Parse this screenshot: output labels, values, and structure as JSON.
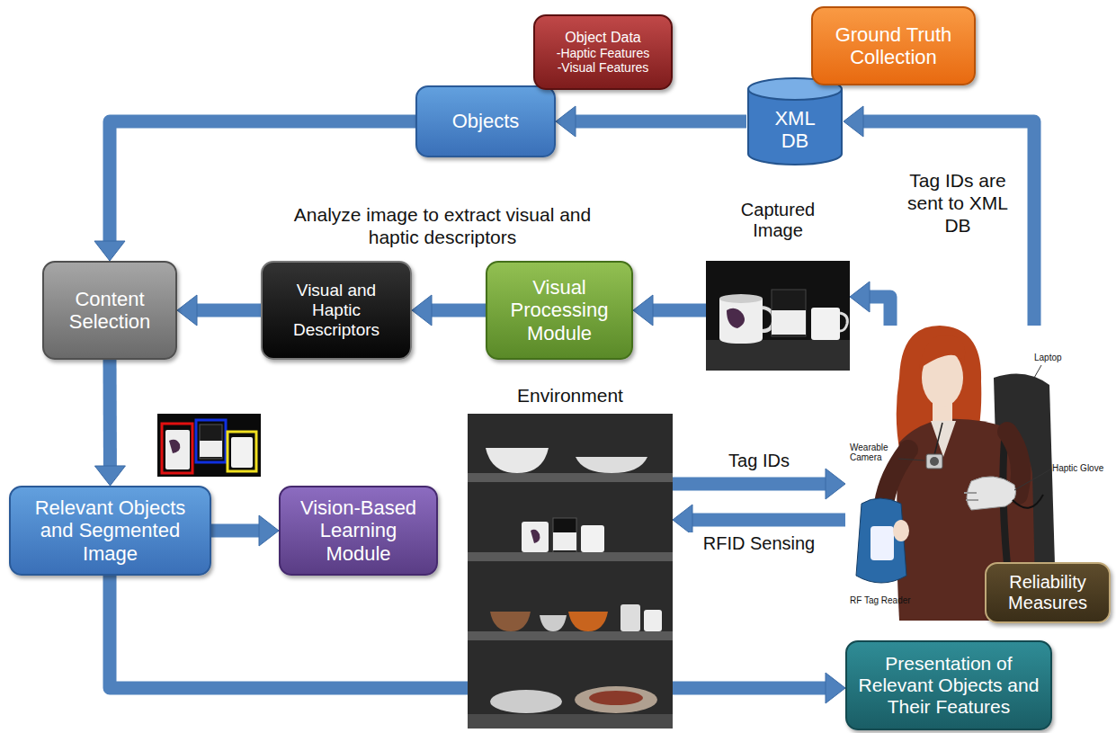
{
  "diagram": {
    "nodes": [
      {
        "text": [
          "Object Data",
          "-Haptic Features",
          "-Visual Features"
        ]
      },
      {
        "text": [
          "Ground Truth Collection"
        ]
      },
      {
        "text": [
          "Objects"
        ]
      },
      {
        "text": [
          "XML DB"
        ]
      },
      {
        "text": [
          "Content Selection"
        ]
      },
      {
        "text": [
          "Visual and Haptic Descriptors"
        ]
      },
      {
        "text": [
          "Visual Processing Module"
        ]
      },
      {
        "text": [
          "Captured Image"
        ]
      },
      {
        "text": [
          "Relevant Objects and Segmented Image"
        ]
      },
      {
        "text": [
          "Vision-Based Learning Module"
        ]
      },
      {
        "text": [
          "Environment"
        ]
      },
      {
        "text": [
          "Laptop",
          "Wearable Camera",
          "Haptic Glove",
          "RF Tag Reader"
        ]
      },
      {
        "text": [
          "Reliability Measures"
        ]
      },
      {
        "text": [
          "Presentation of Relevant Objects and Their Features"
        ]
      }
    ],
    "edges": [
      {
        "from": 3,
        "to": 2,
        "arrow": "to"
      },
      {
        "from": 2,
        "to": 4,
        "arrow": "to"
      },
      {
        "from": 6,
        "to": 5,
        "arrow": "to"
      },
      {
        "from": 5,
        "to": 4,
        "arrow": "to"
      },
      {
        "from": 7,
        "to": 6,
        "arrow": "to"
      },
      {
        "from": 11,
        "to": 7,
        "arrow": "to"
      },
      {
        "from": 11,
        "to": 3,
        "label": "Tag IDs are sent to XML DB",
        "arrow": "to"
      },
      {
        "from": 10,
        "to": 11,
        "label": "Tag IDs",
        "arrow": "to"
      },
      {
        "from": 11,
        "to": 10,
        "label": "RFID Sensing",
        "arrow": "to"
      },
      {
        "from": 4,
        "to": 8,
        "arrow": "to"
      },
      {
        "from": 8,
        "to": 9,
        "arrow": "to"
      },
      {
        "from": 8,
        "to": 13,
        "arrow": "to"
      }
    ],
    "labels": [
      "Analyze image to extract visual and haptic descriptors"
    ]
  }
}
